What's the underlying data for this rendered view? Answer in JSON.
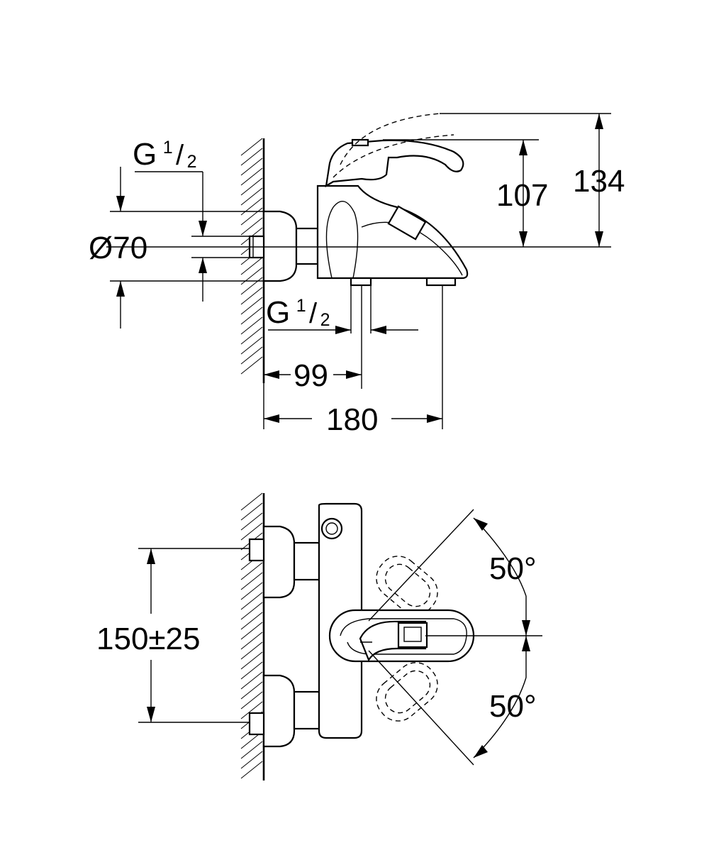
{
  "side_view": {
    "thread_label_left": {
      "base": "G",
      "num": "1",
      "den": "2"
    },
    "thread_label_bottom": {
      "base": "G",
      "num": "1",
      "den": "2"
    },
    "diameter_label": "Ø70",
    "dim_handle_height": "107",
    "dim_total_height": "134",
    "dim_spout_outlet": "99",
    "dim_depth": "180"
  },
  "front_view": {
    "dim_centres": "150±25",
    "angle_upper": "50°",
    "angle_lower": "50°"
  }
}
